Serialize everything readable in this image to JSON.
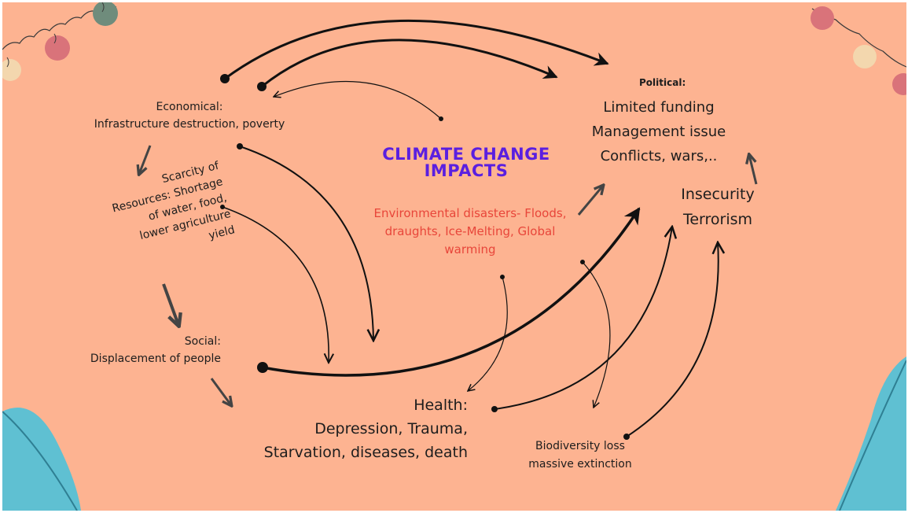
{
  "title_line1": "CLIMATE CHANGE",
  "title_line2": "IMPACTS",
  "environmental": {
    "line1": "Environmental disasters- Floods,",
    "line2": "draughts, Ice-Melting, Global",
    "line3": "warming"
  },
  "economical": {
    "label": "Economical:",
    "detail": "Infrastructure destruction, poverty"
  },
  "scarcity": {
    "line1": "Scarcity of",
    "line2": "Resources: Shortage",
    "line3": "of water, food,",
    "line4": "lower agriculture",
    "line5": "yield"
  },
  "social": {
    "label": "Social:",
    "detail": "Displacement of people"
  },
  "health": {
    "label": "Health:",
    "line1": "Depression, Trauma,",
    "line2": "Starvation, diseases, death"
  },
  "biodiversity": {
    "label": "Biodiversity loss",
    "detail": "massive extinction"
  },
  "political": {
    "label": "Political:",
    "line1": "Limited funding",
    "line2": "Management issue",
    "line3": "Conflicts, wars,.."
  },
  "insecurity": {
    "label": "Insecurity",
    "detail": "Terrorism"
  },
  "colors": {
    "background": "#fdb391",
    "title": "#5a1fe0",
    "environmental_text": "#e8463a",
    "arrows": "#111111",
    "feather": "#57b9cc"
  }
}
